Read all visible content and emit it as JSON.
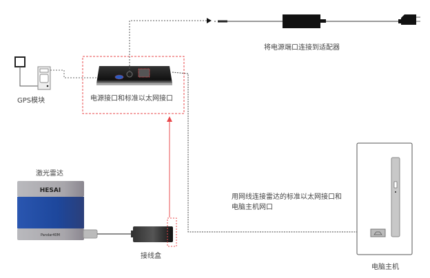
{
  "labels": {
    "adapter": "将电源端口连接到适配器",
    "interface": "电源接口和标准以太网接口",
    "gps": "GPS模块",
    "lidar": "激光雷达",
    "junction_box": "接线盒",
    "cable_note_line1": "用网线连接雷达的标准以太网接口和",
    "cable_note_line2": "电脑主机网口",
    "computer": "电脑主机"
  },
  "lidar": {
    "brand": "HESAI",
    "model": "Pandar40M",
    "body_color": "#1e4aa0"
  },
  "colors": {
    "highlight": "#e8474a",
    "dashed_line": "#555555"
  }
}
